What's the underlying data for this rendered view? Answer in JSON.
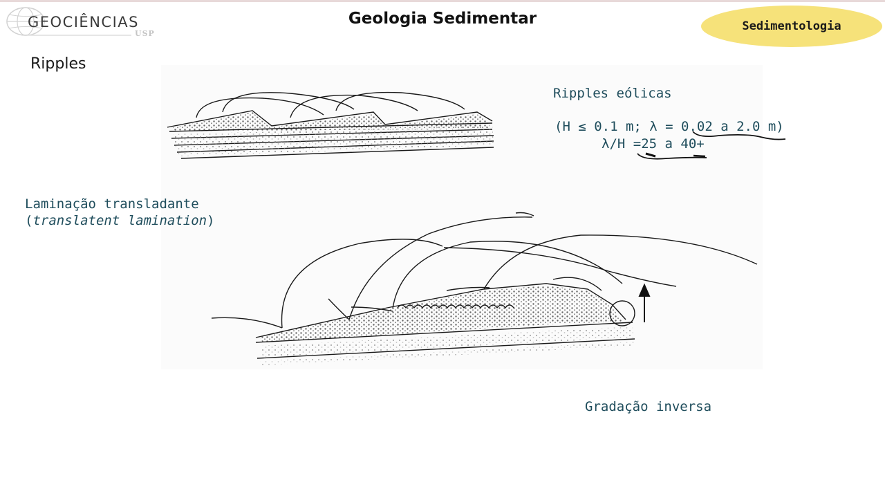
{
  "header": {
    "logo_text": "GEOCIÊNCIAS",
    "logo_sub": "USP",
    "title": "Geologia Sedimentar",
    "badge": "Sedimentologia"
  },
  "slide": {
    "section_title": "Ripples",
    "eolian": {
      "title": "Ripples eólicas",
      "formula_line1": "(H ≤ 0.1 m; λ = 0.02 a 2.0 m)",
      "formula_line2": "λ/H =25 a 40+"
    },
    "lamination": {
      "title": "Laminação transladante",
      "open_paren": "(",
      "subtitle_italic": "translatent lamination",
      "close_paren": ")"
    },
    "grading_label": "Gradação inversa"
  },
  "colors": {
    "badge": "#f6e27a",
    "text_teal": "#1f4d5c"
  },
  "icons": [
    "globe-icon",
    "up-arrow-icon"
  ]
}
